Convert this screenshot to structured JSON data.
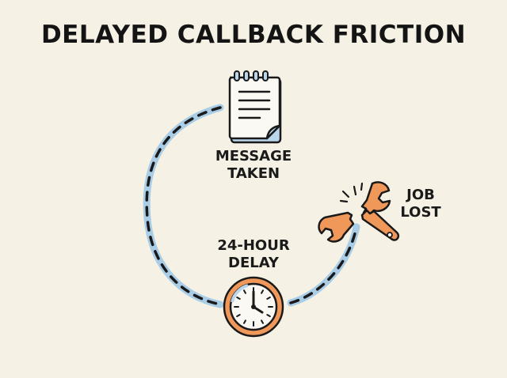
{
  "title": "DELAYED CALLBACK FRICTION",
  "nodes": [
    {
      "id": "message",
      "line1": "MESSAGE",
      "line2": "TAKEN",
      "icon": "notepad-icon"
    },
    {
      "id": "delay",
      "line1": "24-HOUR",
      "line2": "DELAY",
      "icon": "clock-icon"
    },
    {
      "id": "job",
      "line1": "JOB",
      "line2": "LOST",
      "icon": "broken-wrench-icon"
    }
  ],
  "colors": {
    "background": "#f5f1e4",
    "path_glow": "#a9cde6",
    "path_dash": "#1a1a1a",
    "accent_orange": "#f0975a",
    "accent_blue": "#b9d6ec",
    "text": "#141414"
  }
}
